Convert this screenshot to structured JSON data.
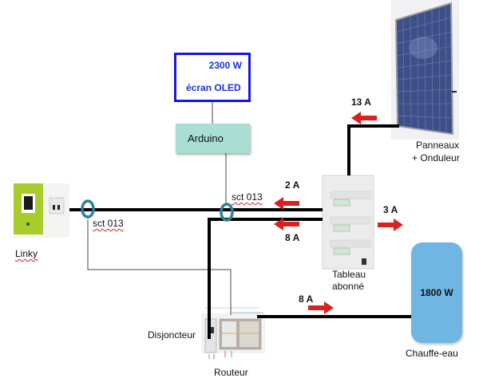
{
  "oled": {
    "value": "2300 W",
    "label": "écran OLED"
  },
  "arduino": {
    "label": "Arduino"
  },
  "linky": {
    "label": "Linky"
  },
  "sensors": [
    {
      "label": "sct 013"
    },
    {
      "label": "sct 013"
    }
  ],
  "solar": {
    "label_line1": "Panneaux",
    "label_line2": "+ Onduleur",
    "current": "13 A"
  },
  "tableau": {
    "label_line1": "Tableau",
    "label_line2": "abonné"
  },
  "currents": {
    "grid_top": "2 A",
    "grid_bottom": "8 A",
    "tableau_out": "3 A",
    "heater_feed": "8 A"
  },
  "heater": {
    "power": "1800 W",
    "label": "Chauffe-eau"
  },
  "router": {
    "label": "Routeur",
    "breaker_label": "Disjoncteur"
  },
  "colors": {
    "wire": "#000000",
    "arrow": "#d92121",
    "oled_border": "#1616e6",
    "sensor": "#2f7f9a",
    "heater": "#6fb6e3",
    "arduino": "#a9ded3"
  }
}
